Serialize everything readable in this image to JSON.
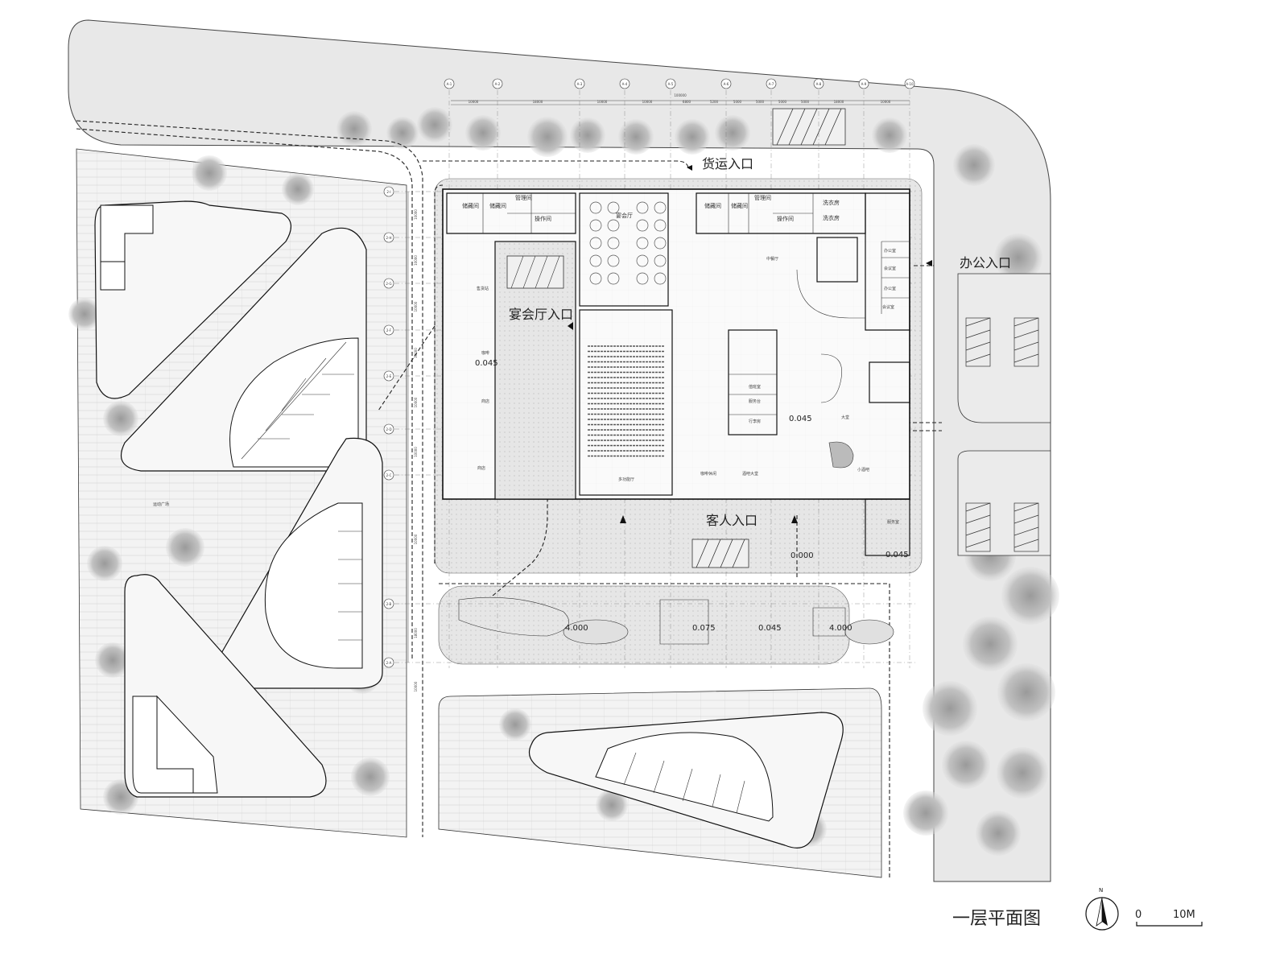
{
  "title": "一层平面图",
  "scale_bar": {
    "start": "0",
    "end": "10M"
  },
  "north_label": "N",
  "entrances": {
    "freight": "货运入口",
    "office": "办公入口",
    "banquet": "宴会厅入口",
    "guest": "客人入口"
  },
  "elevations": {
    "west_wing": "0.045",
    "lobby": "0.045",
    "entrance_plaza": "0.000",
    "east_wing": "0.045",
    "terrace_west": "4.000",
    "terrace_mid": "0.075",
    "terrace_mid2": "0.045",
    "terrace_east": "4.000"
  },
  "rooms": {
    "storage_1": "储藏间",
    "storage_2": "储藏间",
    "management_1": "管理间",
    "operation_1": "操作间",
    "banquet_hall": "宴会厅",
    "storage_3": "储藏间",
    "storage_4": "储藏间",
    "management_2": "管理间",
    "operation_2": "操作间",
    "laundry_1": "洗衣房",
    "laundry_2": "洗衣房",
    "kitchen": "中餐厅",
    "office_1": "办公室",
    "office_2": "会议室",
    "office_3": "办公室",
    "meeting": "会议室",
    "bar": "咖啡",
    "shop_1": "商店",
    "shop_2": "商店",
    "supply_1": "售货站",
    "multi_hall": "多功能厅",
    "lobby": "大堂",
    "front_desk": "服务台",
    "luggage": "行李房",
    "duty": "值班室",
    "cafe": "咖啡休闲",
    "lounge": "酒吧大堂",
    "bar_2": "小酒吧",
    "service": "服务室"
  },
  "grid_axes": {
    "top": [
      "A-1",
      "A-2",
      "A-3",
      "A-4",
      "A-5",
      "A-6",
      "A-7",
      "A-8",
      "A-9",
      "A-10"
    ],
    "left": [
      "2-I",
      "2-H",
      "2-G",
      "2-F",
      "2-E",
      "2-D",
      "2-C",
      "2-B",
      "2-A"
    ]
  },
  "dimensions_top": [
    "10000",
    "18000",
    "10000",
    "10000",
    "6800",
    "5200",
    "5000",
    "5000",
    "5000",
    "5000",
    "18000",
    "10000"
  ],
  "dimension_total": "100000",
  "dimensions_left": [
    "10000",
    "10000",
    "10000",
    "10000",
    "10000",
    "10000",
    "10000",
    "18000",
    "10000"
  ],
  "plaza_label": "运动广场"
}
